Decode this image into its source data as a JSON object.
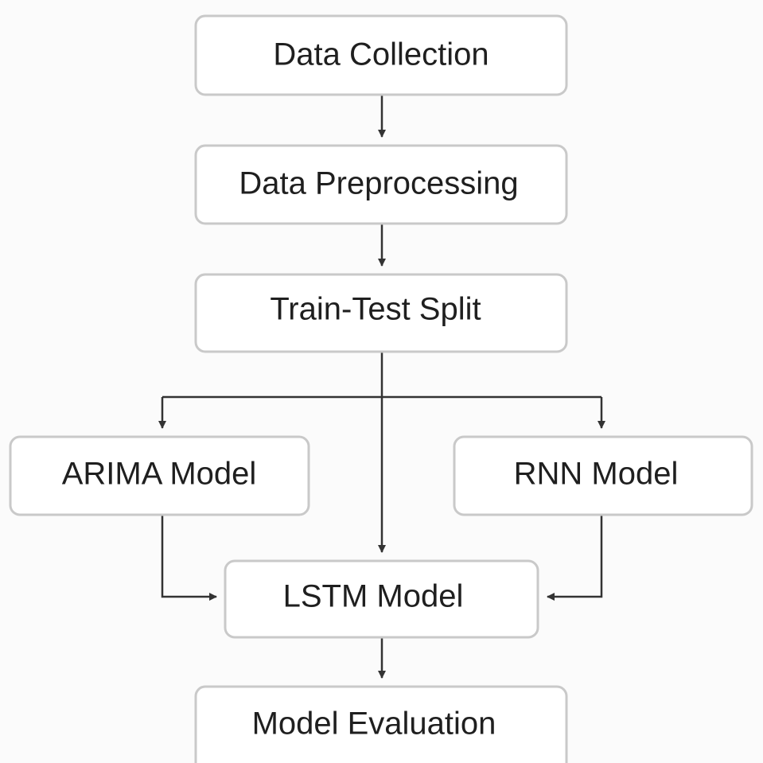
{
  "nodes": {
    "data_collection": "Data Collection",
    "data_preprocessing": "Data Preprocessing",
    "train_test_split": "Train-Test Split",
    "arima_model": "ARIMA Model",
    "rnn_model": "RNN Model",
    "lstm_model": "LSTM Model",
    "model_evaluation": "Model Evaluation"
  },
  "edges": [
    {
      "from": "data_collection",
      "to": "data_preprocessing"
    },
    {
      "from": "data_preprocessing",
      "to": "train_test_split"
    },
    {
      "from": "train_test_split",
      "to": "arima_model"
    },
    {
      "from": "train_test_split",
      "to": "rnn_model"
    },
    {
      "from": "train_test_split",
      "to": "lstm_model"
    },
    {
      "from": "arima_model",
      "to": "lstm_model"
    },
    {
      "from": "rnn_model",
      "to": "lstm_model"
    },
    {
      "from": "lstm_model",
      "to": "model_evaluation"
    }
  ]
}
